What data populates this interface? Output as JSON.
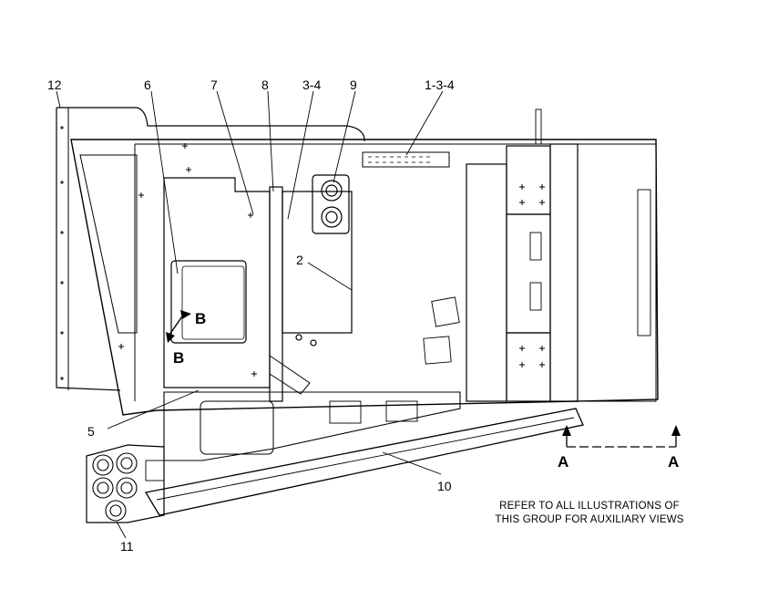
{
  "callouts": {
    "c12": "12",
    "c6": "6",
    "c7": "7",
    "c8": "8",
    "c34": "3-4",
    "c9": "9",
    "c134": "1-3-4",
    "c2": "2",
    "c5": "5",
    "c10": "10",
    "c11": "11"
  },
  "section_labels": {
    "b_top": "B",
    "b_bottom": "B",
    "a_left": "A",
    "a_right": "A"
  },
  "note": {
    "line1": "REFER TO ALL ILLUSTRATIONS OF",
    "line2": "THIS GROUP FOR AUXILIARY VIEWS"
  }
}
